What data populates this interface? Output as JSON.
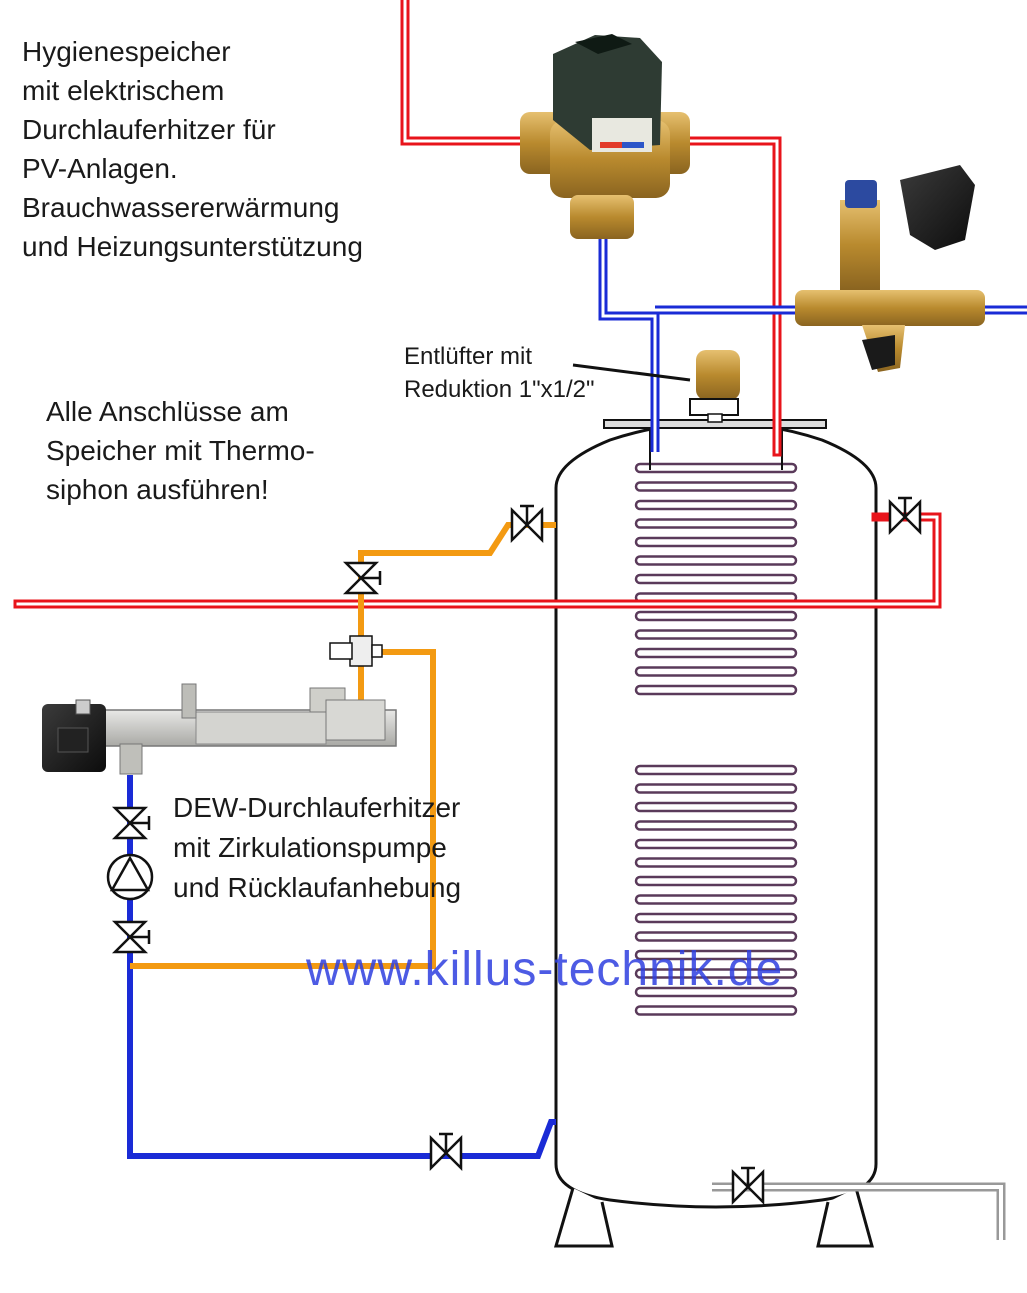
{
  "title_text": "Hygienespeicher\nmit elektrischem\nDurchlauferhitzer für\nPV-Anlagen.\nBrauchwassererwärmung\nund Heizungsunterstützung",
  "note_text": "Alle Anschlüsse am\nSpeicher mit Thermo-\nsiphon ausführen!",
  "vent_label": "Entlüfter mit\nReduktion 1\"x1/2\"",
  "dew_label": "DEW-Durchlauferhitzer\nmit Zirkulationspumpe\nund Rücklaufanhebung",
  "watermark": "www.killus-technik.de",
  "colors": {
    "hot_pipe": "#e8141b",
    "cold_pipe": "#1a2bd6",
    "heater_loop": "#f39a12",
    "coil": "#5a3a5a",
    "tank_outline": "#111111",
    "brass": "#c99a3a",
    "steel": "#c8c8c4"
  },
  "icons": [
    "valve-icon",
    "pump-icon",
    "mixing-valve-icon",
    "safety-group-icon",
    "air-vent-icon",
    "heater-icon",
    "three-way-valve-icon"
  ]
}
